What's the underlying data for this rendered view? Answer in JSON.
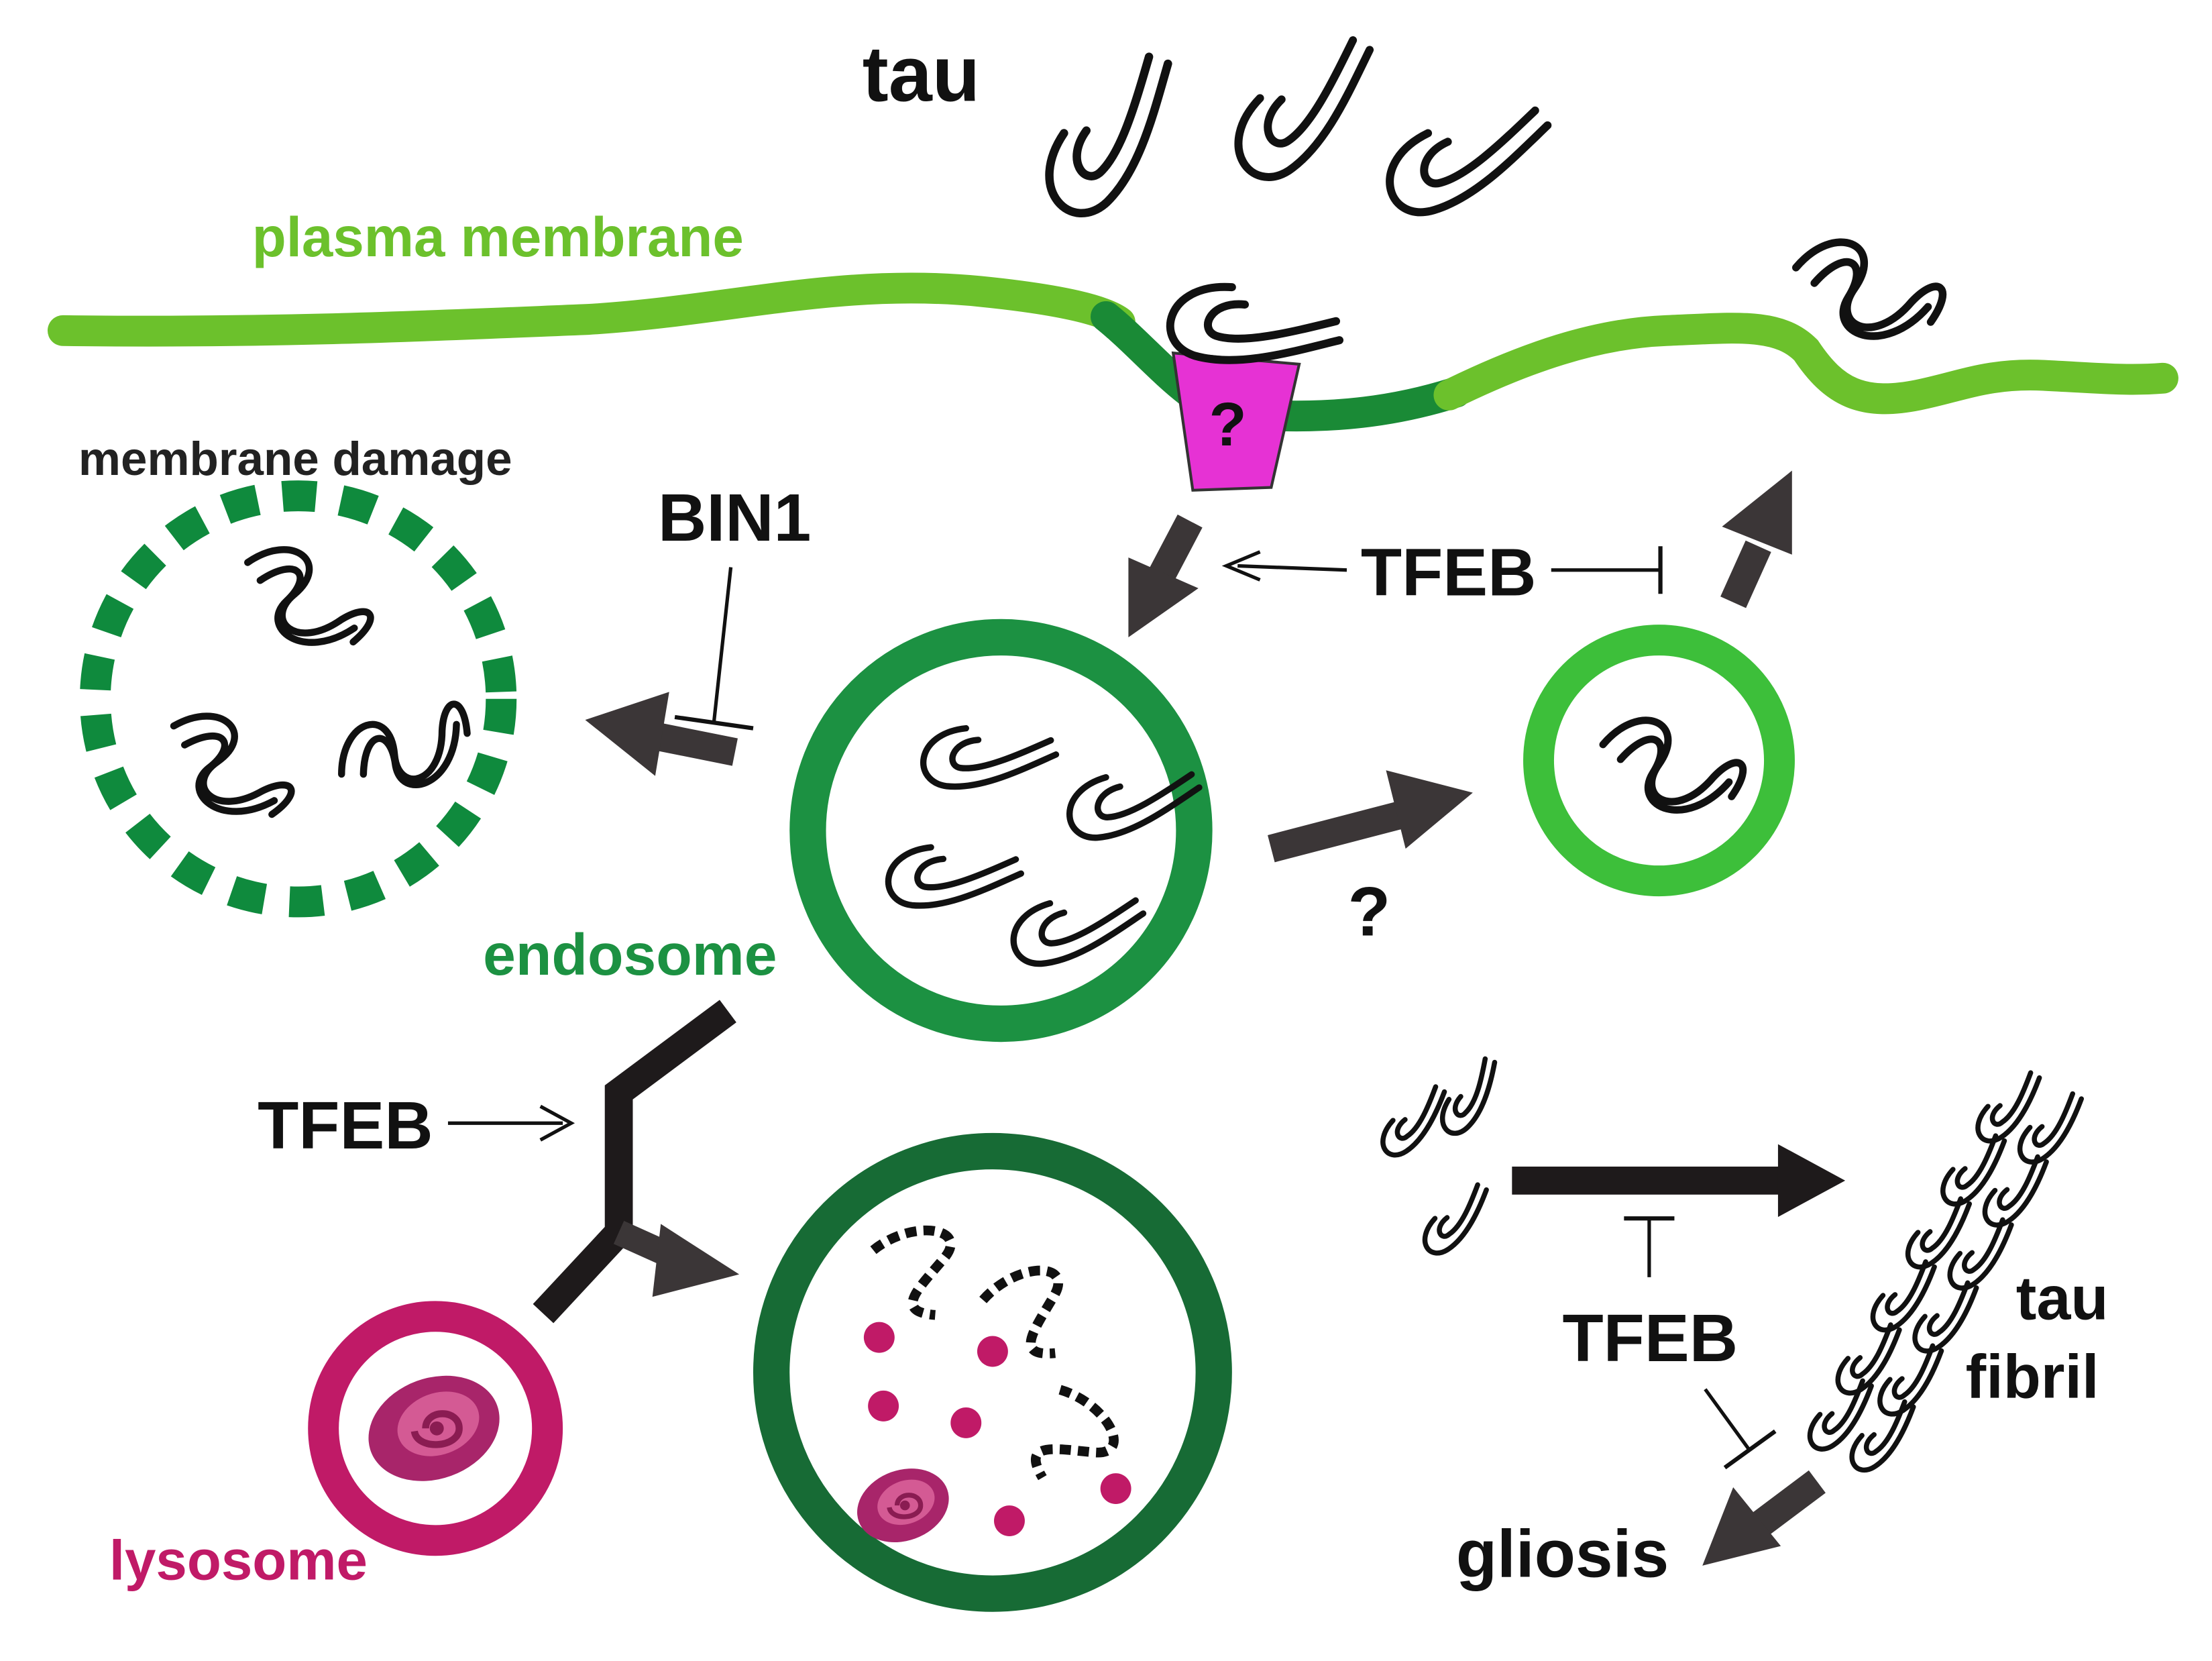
{
  "labels": {
    "tau": "tau",
    "plasma_membrane": "plasma membrane",
    "membrane_damage": "membrane damage",
    "bin1": "BIN1",
    "tfeb_top": "TFEB",
    "endosome": "endosome",
    "question_pore": "?",
    "question_transfer": "?",
    "tfeb_left": "TFEB",
    "lysosome": "lysosome",
    "tfeb_fibril": "TFEB",
    "tau_fibril_line1": "tau",
    "tau_fibril_line2": "fibril",
    "gliosis": "gliosis"
  },
  "colors": {
    "membrane_light": "#6cc12c",
    "membrane_dark": "#1a8a36",
    "endosome": "#1c9142",
    "damaged_endosome": "#0f8a3d",
    "small_vesicle": "#3dbf3a",
    "late_endosome": "#176b35",
    "lysosome": "#c01a67",
    "pore": "#e632d4",
    "arrow": "#3b3637",
    "text": "#111111",
    "plasma_label": "#6cc12c",
    "endosome_label": "#1c9142",
    "lysosome_label": "#c01a67"
  }
}
